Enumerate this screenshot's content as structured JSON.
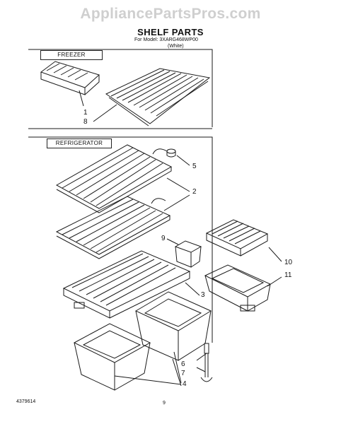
{
  "watermark": "AppliancePartsPros.com",
  "header": {
    "title": "SHELF PARTS",
    "model_line": "For Model: 3XARG468WP00",
    "color_line": "(White)"
  },
  "sections": {
    "freezer": "FREEZER",
    "refrigerator": "REFRIGERATOR"
  },
  "callouts": [
    "1",
    "8",
    "5",
    "2",
    "9",
    "10",
    "11",
    "3",
    "6",
    "7",
    "4"
  ],
  "footer": {
    "part_number": "4379614",
    "page_number": "9"
  }
}
